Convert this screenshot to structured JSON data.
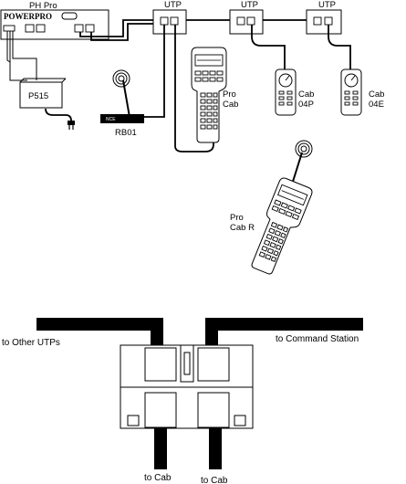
{
  "labels": {
    "ph_pro": "PH Pro",
    "powerpro": "POWERPRO",
    "utp": "UTP",
    "p515": "P515",
    "rb01": "RB01",
    "pro_cab_line1": "Pro",
    "pro_cab_line2": "Cab",
    "cab04p_line1": "Cab",
    "cab04p_line2": "04P",
    "cab04e_line1": "Cab",
    "cab04e_line2": "04E",
    "pro_cab_r_line1": "Pro",
    "pro_cab_r_line2": "Cab R",
    "to_other_utps": "to Other UTPs",
    "to_command_station": "to Command Station",
    "to_cab_left": "to Cab",
    "to_cab_right": "to Cab"
  }
}
